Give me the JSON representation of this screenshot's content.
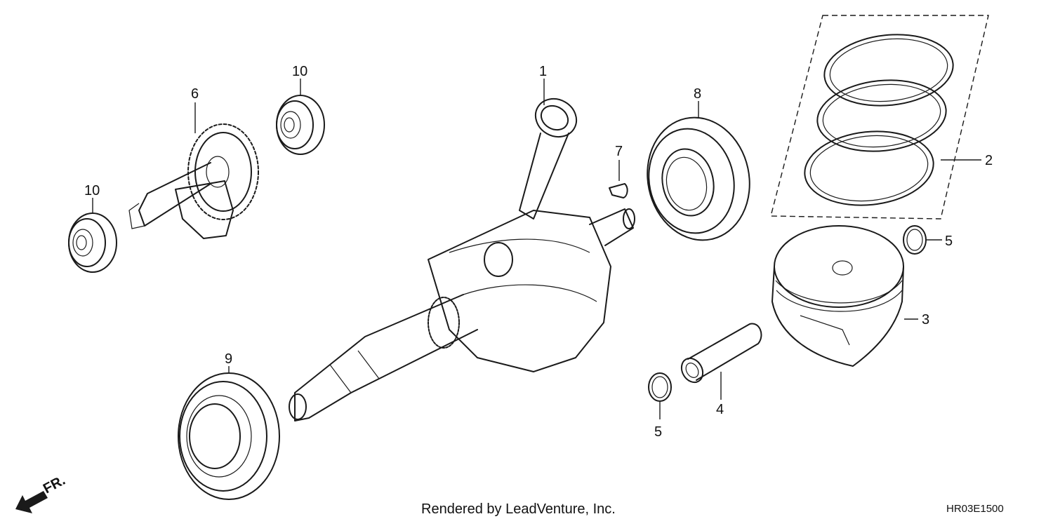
{
  "callouts": {
    "c1": "1",
    "c2": "2",
    "c3": "3",
    "c4": "4",
    "c5a": "5",
    "c5b": "5",
    "c6": "6",
    "c7": "7",
    "c8": "8",
    "c9": "9",
    "c10a": "10",
    "c10b": "10"
  },
  "direction_label": "FR.",
  "footer": {
    "credit": "Rendered by LeadVenture, Inc.",
    "diagram_code": "HR03E1500"
  }
}
